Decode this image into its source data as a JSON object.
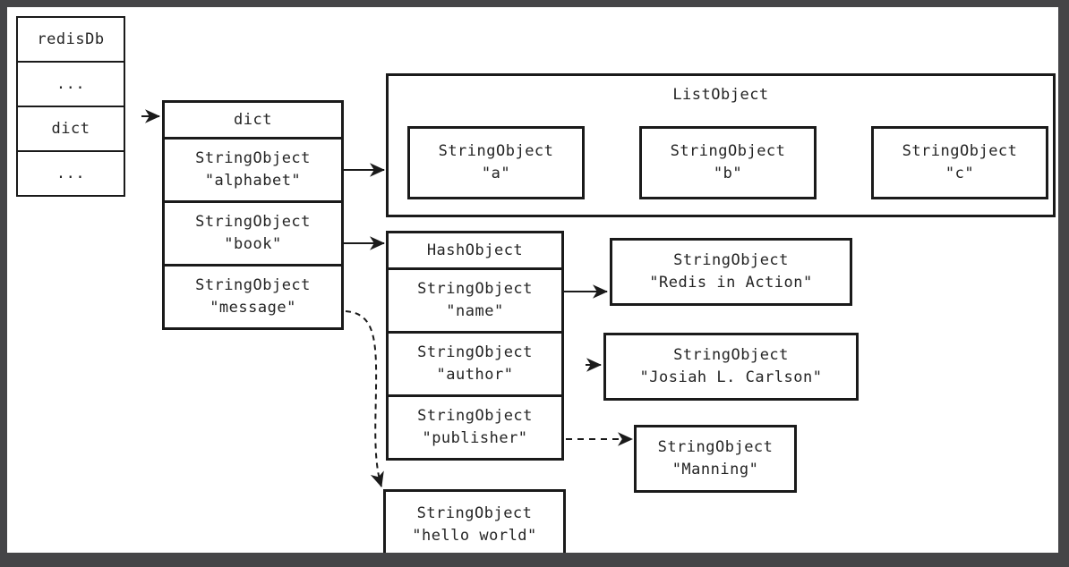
{
  "diagram": {
    "title": "Redis database object reference diagram",
    "colors": {
      "frame": "#454547",
      "canvas": "#ffffff",
      "stroke": "#1a1a1a",
      "text": "#242424"
    },
    "redis_db": {
      "header": "redisDb",
      "rows": [
        "...",
        "dict",
        "..."
      ]
    },
    "dict": {
      "header": "dict",
      "keys": [
        {
          "type": "StringObject",
          "value": "\"alphabet\""
        },
        {
          "type": "StringObject",
          "value": "\"book\""
        },
        {
          "type": "StringObject",
          "value": "\"message\""
        }
      ]
    },
    "list_object": {
      "title": "ListObject",
      "items": [
        {
          "type": "StringObject",
          "value": "\"a\""
        },
        {
          "type": "StringObject",
          "value": "\"b\""
        },
        {
          "type": "StringObject",
          "value": "\"c\""
        }
      ]
    },
    "hash_object": {
      "header": "HashObject",
      "fields": [
        {
          "type": "StringObject",
          "value": "\"name\""
        },
        {
          "type": "StringObject",
          "value": "\"author\""
        },
        {
          "type": "StringObject",
          "value": "\"publisher\""
        }
      ]
    },
    "hash_values": [
      {
        "type": "StringObject",
        "value": "\"Redis in Action\""
      },
      {
        "type": "StringObject",
        "value": "\"Josiah L. Carlson\""
      },
      {
        "type": "StringObject",
        "value": "\"Manning\""
      }
    ],
    "message_value": {
      "type": "StringObject",
      "value": "\"hello world\""
    }
  }
}
